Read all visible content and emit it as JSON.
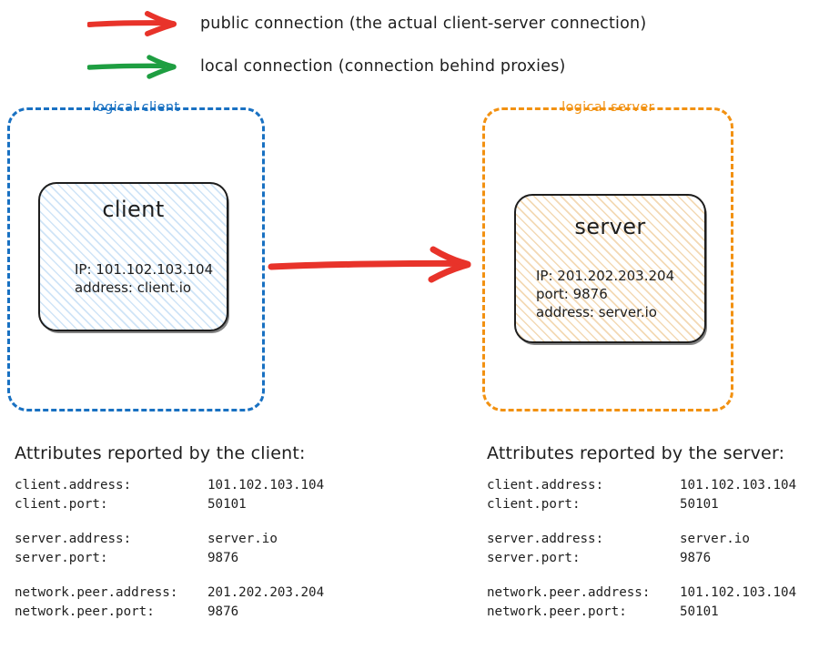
{
  "legend": {
    "items": [
      {
        "icon": "red-arrow-icon",
        "color": "#e8332a",
        "label": "public connection (the actual client-server connection)"
      },
      {
        "icon": "green-arrow-icon",
        "color": "#1e9e41",
        "label": "local connection (connection behind proxies)"
      }
    ]
  },
  "diagram": {
    "client_group": {
      "title": "logical client",
      "color": "#1971c2",
      "node": {
        "title": "client",
        "lines": [
          "IP: 101.102.103.104",
          "address: client.io"
        ]
      }
    },
    "server_group": {
      "title": "logical server",
      "color": "#f29111",
      "node": {
        "title": "server",
        "lines": [
          "IP: 201.202.203.204",
          "port: 9876",
          "address: server.io"
        ]
      }
    },
    "main_arrow": {
      "icon": "red-arrow-icon",
      "color": "#e8332a",
      "from": "client",
      "to": "server"
    }
  },
  "attributes": {
    "client_table": {
      "heading": "Attributes reported by the client:",
      "groups": [
        [
          {
            "key": "client.address:",
            "value": "101.102.103.104"
          },
          {
            "key": "client.port:",
            "value": "50101"
          }
        ],
        [
          {
            "key": "server.address:",
            "value": "server.io"
          },
          {
            "key": "server.port:",
            "value": "9876"
          }
        ],
        [
          {
            "key": "network.peer.address:",
            "value": "201.202.203.204"
          },
          {
            "key": "network.peer.port:",
            "value": "9876"
          }
        ]
      ]
    },
    "server_table": {
      "heading": "Attributes reported by the server:",
      "groups": [
        [
          {
            "key": "client.address:",
            "value": "101.102.103.104"
          },
          {
            "key": "client.port:",
            "value": "50101"
          }
        ],
        [
          {
            "key": "server.address:",
            "value": "server.io"
          },
          {
            "key": "server.port:",
            "value": "9876"
          }
        ],
        [
          {
            "key": "network.peer.address:",
            "value": "101.102.103.104"
          },
          {
            "key": "network.peer.port:",
            "value": "50101"
          }
        ]
      ]
    }
  }
}
